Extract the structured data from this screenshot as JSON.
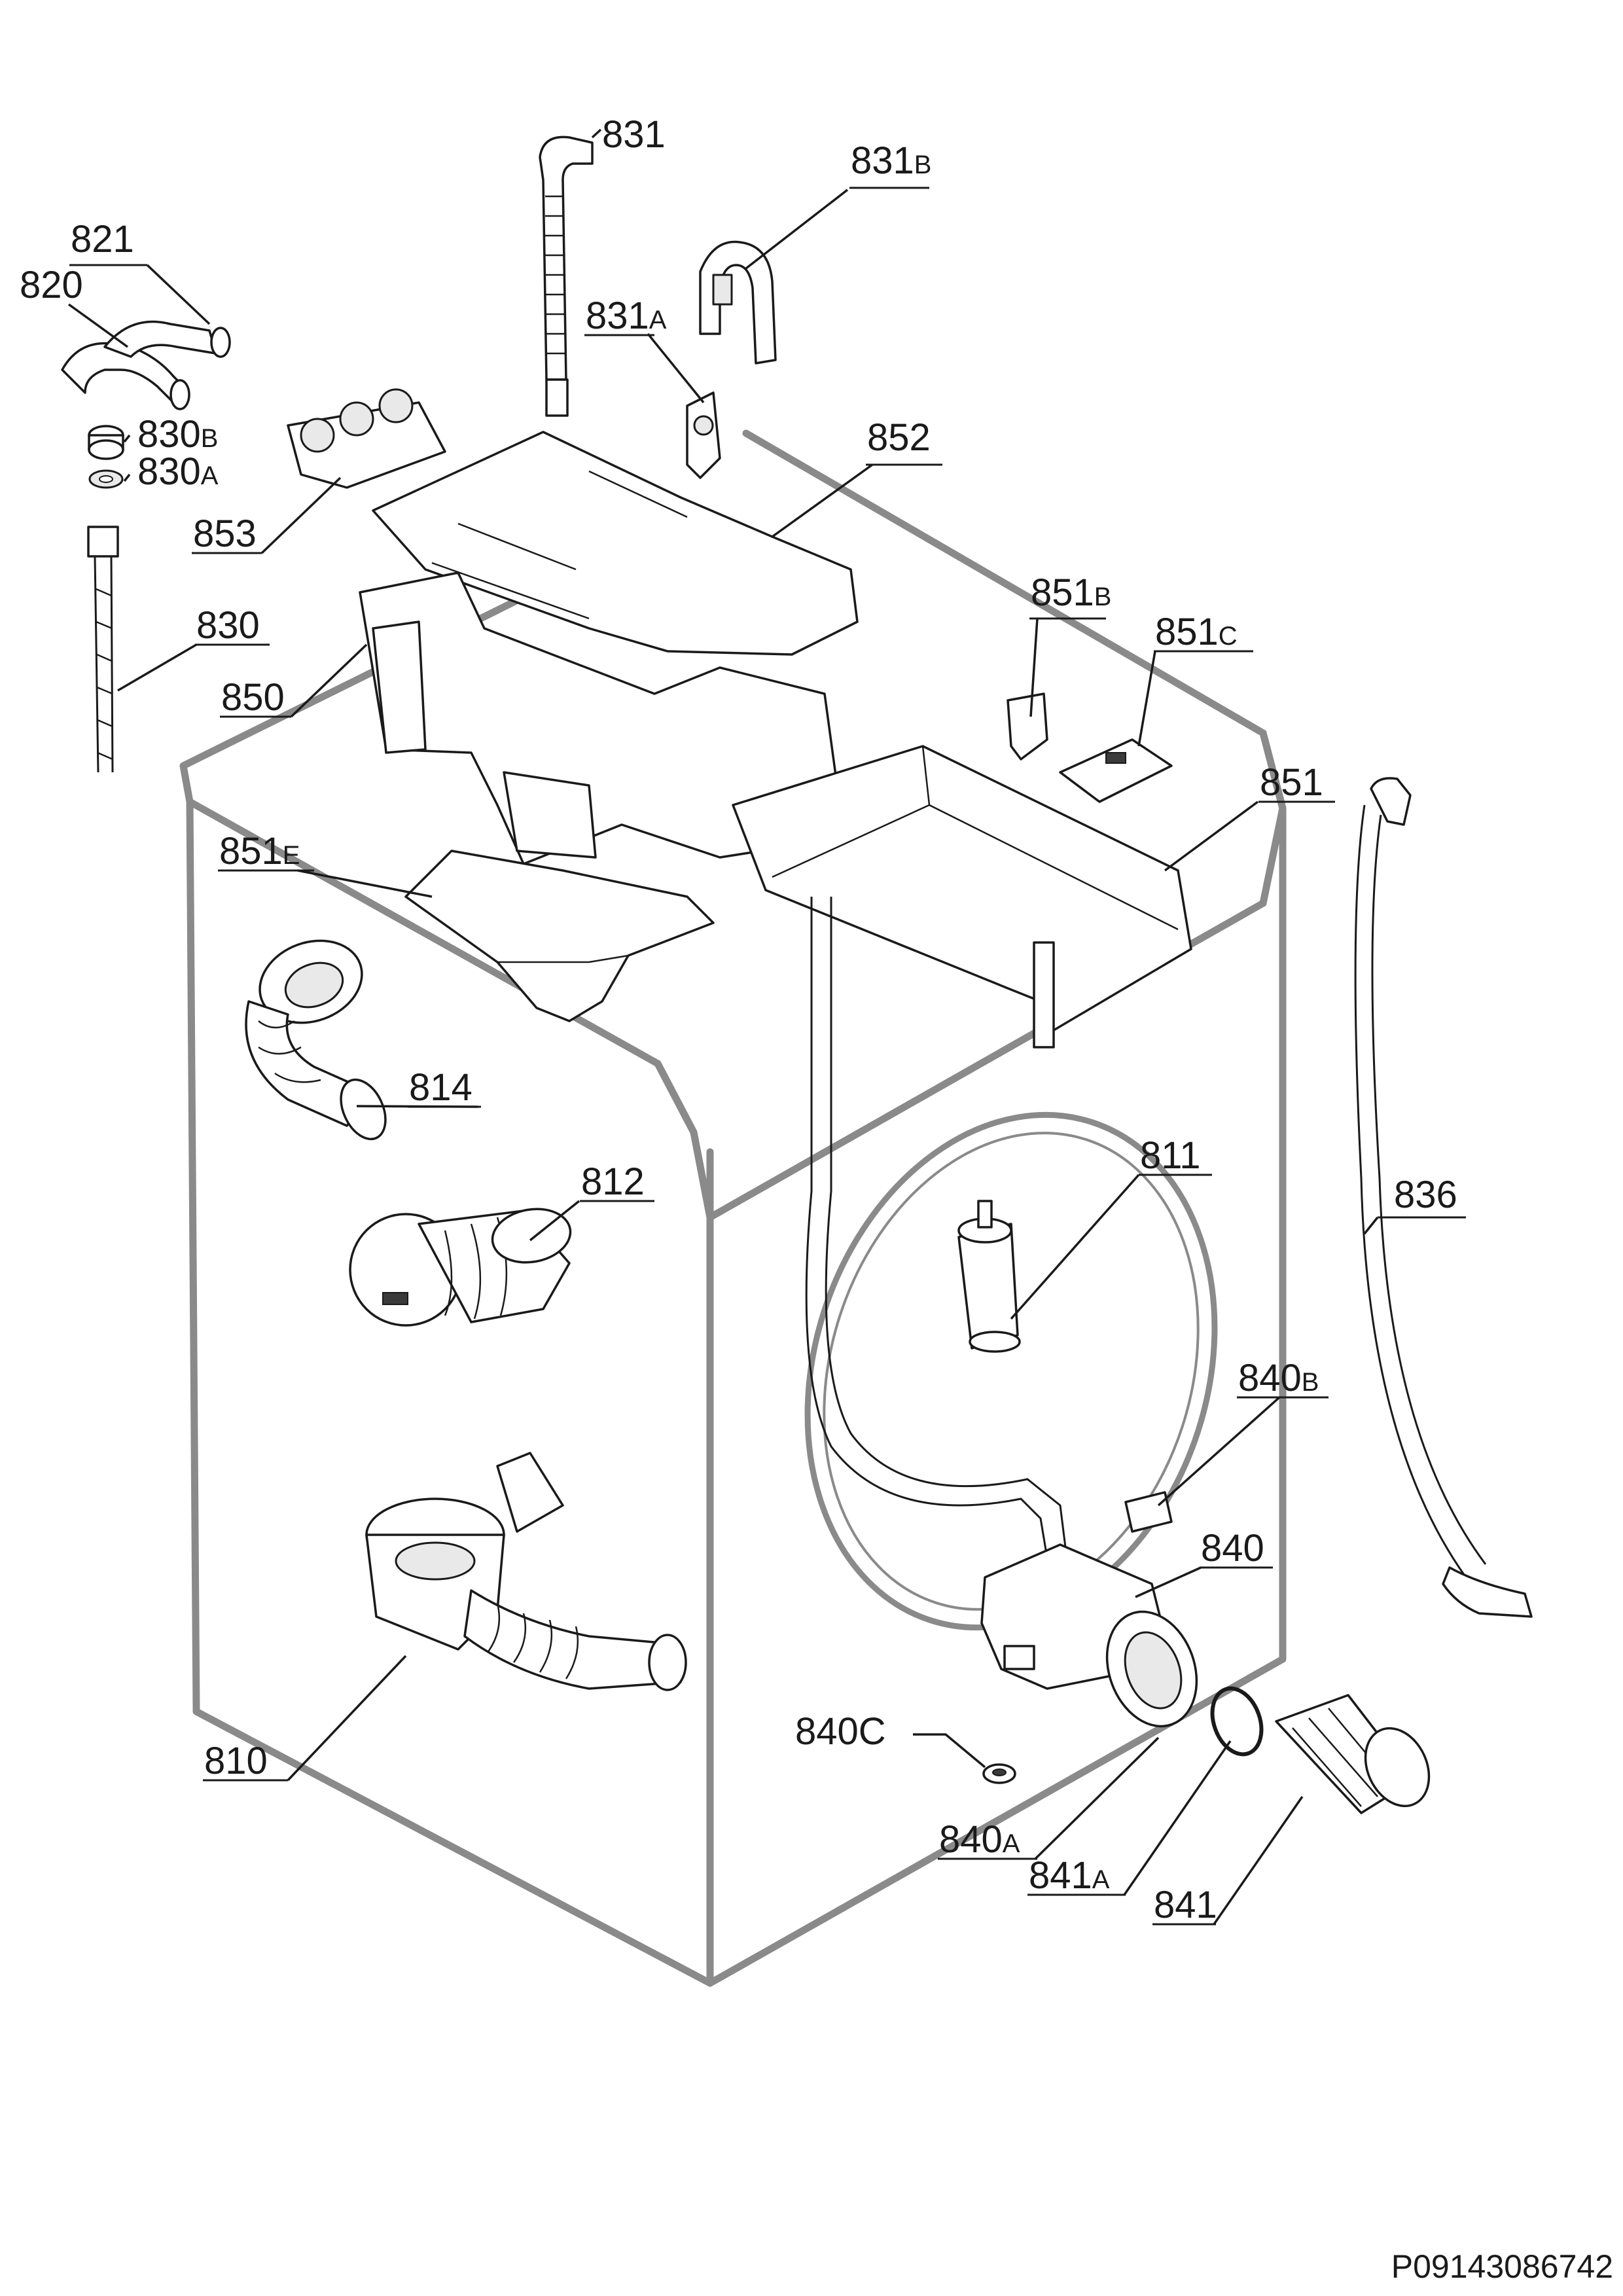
{
  "document_id": "P09143086742",
  "callouts": [
    {
      "id": "831",
      "main": "831",
      "sub": "",
      "underline": false
    },
    {
      "id": "831B",
      "main": "831",
      "sub": "B",
      "underline": true
    },
    {
      "id": "831A",
      "main": "831",
      "sub": "A",
      "underline": true
    },
    {
      "id": "821",
      "main": "821",
      "sub": "",
      "underline": true
    },
    {
      "id": "820",
      "main": "820",
      "sub": "",
      "underline": false
    },
    {
      "id": "830B",
      "main": "830",
      "sub": "B",
      "underline": false
    },
    {
      "id": "830A",
      "main": "830",
      "sub": "A",
      "underline": false
    },
    {
      "id": "852",
      "main": "852",
      "sub": "",
      "underline": true
    },
    {
      "id": "853",
      "main": "853",
      "sub": "",
      "underline": true
    },
    {
      "id": "830",
      "main": "830",
      "sub": "",
      "underline": true
    },
    {
      "id": "850",
      "main": "850",
      "sub": "",
      "underline": true
    },
    {
      "id": "851B",
      "main": "851",
      "sub": "B",
      "underline": true
    },
    {
      "id": "851C",
      "main": "851",
      "sub": "C",
      "underline": true
    },
    {
      "id": "851",
      "main": "851",
      "sub": "",
      "underline": true
    },
    {
      "id": "851E",
      "main": "851",
      "sub": "E",
      "underline": true
    },
    {
      "id": "814",
      "main": "814",
      "sub": "",
      "underline": true
    },
    {
      "id": "812",
      "main": "812",
      "sub": "",
      "underline": true
    },
    {
      "id": "811",
      "main": "811",
      "sub": "",
      "underline": true
    },
    {
      "id": "836",
      "main": "836",
      "sub": "",
      "underline": true
    },
    {
      "id": "840B",
      "main": "840",
      "sub": "B",
      "underline": true
    },
    {
      "id": "840",
      "main": "840",
      "sub": "",
      "underline": true
    },
    {
      "id": "840C",
      "main": "840C",
      "sub": "",
      "underline": false
    },
    {
      "id": "810",
      "main": "810",
      "sub": "",
      "underline": true
    },
    {
      "id": "840A",
      "main": "840",
      "sub": "A",
      "underline": true
    },
    {
      "id": "841A",
      "main": "841",
      "sub": "A",
      "underline": true
    },
    {
      "id": "841",
      "main": "841",
      "sub": "",
      "underline": true
    }
  ]
}
